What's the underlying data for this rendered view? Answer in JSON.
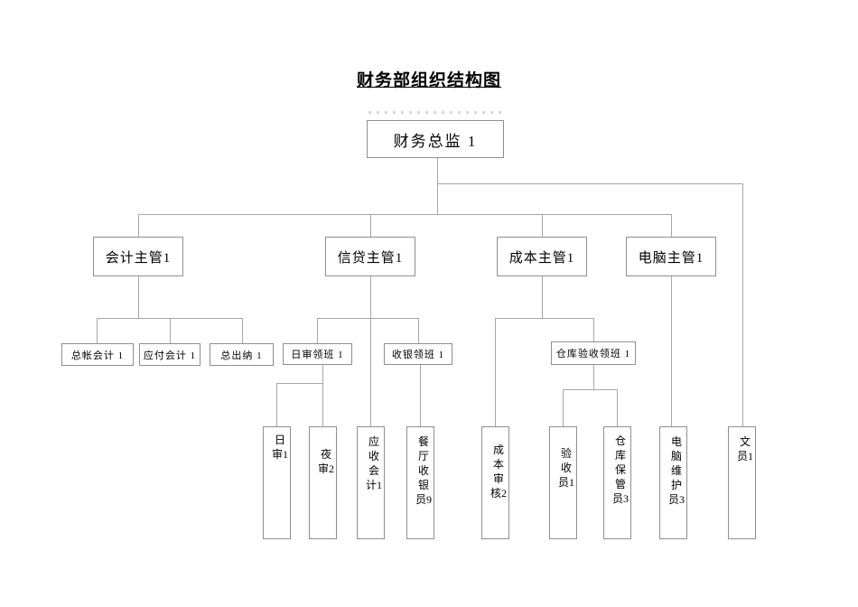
{
  "title": "财务部组织结构图",
  "chart": {
    "root": {
      "label": "财务总监 1"
    },
    "managers": [
      {
        "label": "会计主管1"
      },
      {
        "label": "信贷主管1"
      },
      {
        "label": "成本主管1"
      },
      {
        "label": "电脑主管1"
      }
    ],
    "supervisors": [
      {
        "label": "总帐会计 1"
      },
      {
        "label": "应付会计 1"
      },
      {
        "label": "总出纳 1"
      },
      {
        "label": "日审领班 1"
      },
      {
        "label": "收银领班 1"
      },
      {
        "label": "仓库验收领班 1"
      }
    ],
    "staff": [
      {
        "label": "日审1"
      },
      {
        "label": "夜审2"
      },
      {
        "label": "应收会计1"
      },
      {
        "label": "餐厅收银员9"
      },
      {
        "label": "成本审核2"
      },
      {
        "label": "验收员1"
      },
      {
        "label": "仓库保管员3"
      },
      {
        "label": "电脑维护员3"
      },
      {
        "label": "文员1"
      }
    ]
  },
  "colors": {
    "box_border": "#8f8f8f",
    "connector_line": "#a6a6a6",
    "text": "#000000"
  }
}
